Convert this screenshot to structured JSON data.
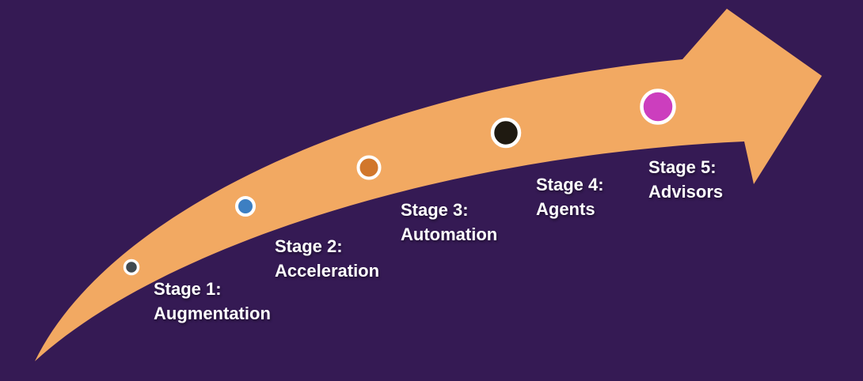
{
  "colors": {
    "background": "#351A54",
    "arrow": "#F2A962",
    "dot_ring": "#FFFFFF",
    "text": "#FFFFFF"
  },
  "arrow": {
    "name": "upward-curved-growth-arrow",
    "direction": "up-right"
  },
  "stages": [
    {
      "label_line1": "Stage 1:",
      "label_line2": "Augmentation",
      "dot_color": "#40494F"
    },
    {
      "label_line1": "Stage 2:",
      "label_line2": "Acceleration",
      "dot_color": "#3D7FC2"
    },
    {
      "label_line1": "Stage 3:",
      "label_line2": "Automation",
      "dot_color": "#D1772C"
    },
    {
      "label_line1": "Stage 4:",
      "label_line2": "Agents",
      "dot_color": "#1F1A11"
    },
    {
      "label_line1": "Stage 5:",
      "label_line2": "Advisors",
      "dot_color": "#CC3EBE"
    }
  ]
}
